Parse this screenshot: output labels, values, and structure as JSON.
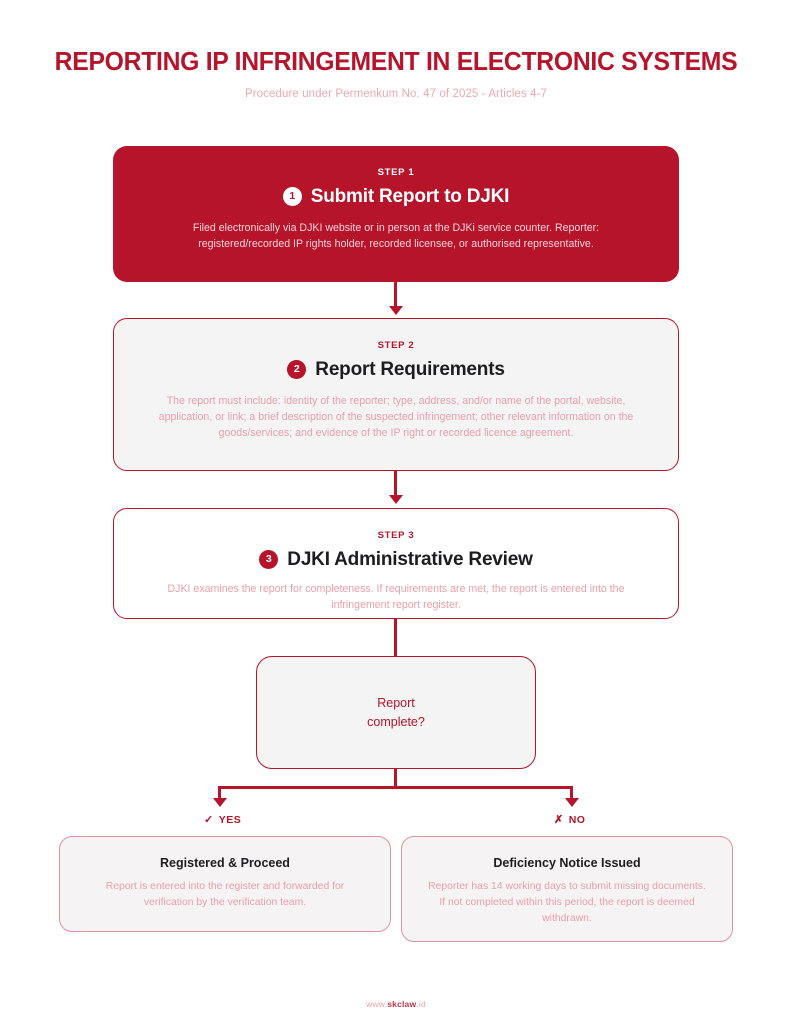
{
  "header": {
    "title": "REPORTING IP INFRINGEMENT IN ELECTRONIC SYSTEMS",
    "subtitle": "Procedure under Permenkum No. 47 of 2025 - Articles 4-7"
  },
  "colors": {
    "brand_crimson": "#b5142b",
    "soft_rose": "#e8a0ac",
    "panel_gray": "#f4f4f4",
    "outcome_border": "#dd93a0",
    "text_dark": "#1d1d1f"
  },
  "steps": [
    {
      "eyebrow": "STEP 1",
      "badge": "1",
      "title": "Submit Report to DJKI",
      "body": "Filed electronically via DJKI website or in person at the DJKi service counter. Reporter: registered/recorded IP rights holder, recorded licensee, or authorised representative."
    },
    {
      "eyebrow": "STEP 2",
      "badge": "2",
      "title": "Report Requirements",
      "body": "The report must include: identity of the reporter; type, address, and/or name of the portal, website, application, or link; a brief description of the suspected infringement; other relevant information on the goods/services; and evidence of the IP right or recorded licence agreement."
    },
    {
      "eyebrow": "STEP 3",
      "badge": "3",
      "title": "DJKI Administrative Review",
      "body": "DJKI examines the report for completeness. If requirements are met, the report is entered into the infringement report register."
    }
  ],
  "decision": {
    "line1": "Report",
    "line2": "complete?"
  },
  "branches": {
    "yes": {
      "mark": "✓",
      "label": "YES"
    },
    "no": {
      "mark": "✗",
      "label": "NO"
    }
  },
  "outcomes": [
    {
      "title": "Registered & Proceed",
      "body": "Report is entered into the register and forwarded for verification by the verification team."
    },
    {
      "title": "Deficiency Notice Issued",
      "body": "Reporter has 14 working days to submit missing documents. If not completed within this period, the report is deemed withdrawn."
    }
  ],
  "footer": {
    "prefix": "www.",
    "brand": "skclaw",
    "suffix": ".id"
  }
}
